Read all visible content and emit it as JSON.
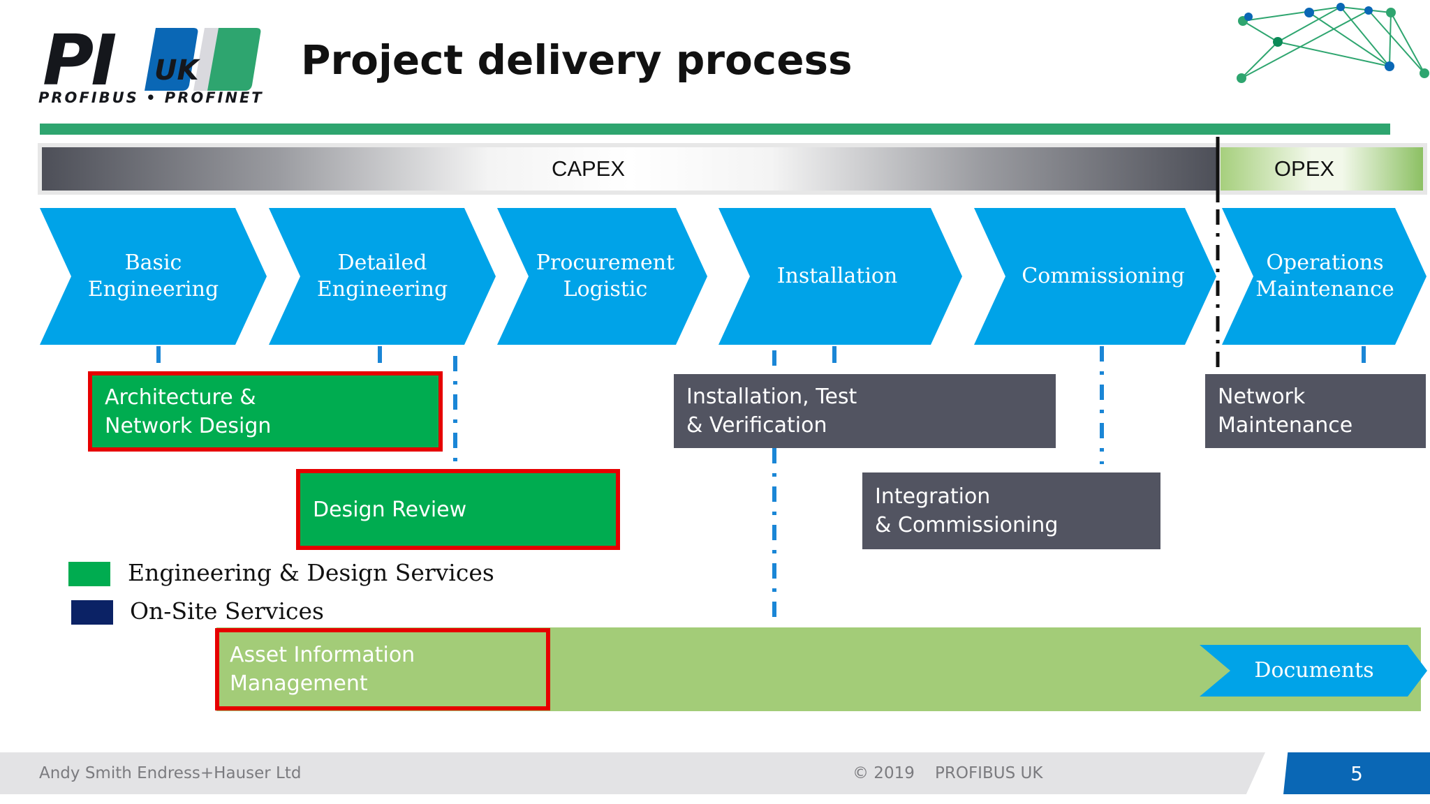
{
  "title": "Project delivery process",
  "logo": {
    "main": "PI",
    "region": "UK",
    "tagline": "PROFIBUS • PROFINET"
  },
  "phases": {
    "capex": "CAPEX",
    "opex": "OPEX"
  },
  "stages": [
    {
      "line1": "Basic",
      "line2": "Engineering"
    },
    {
      "line1": "Detailed",
      "line2": "Engineering"
    },
    {
      "line1": "Procurement",
      "line2": "Logistic"
    },
    {
      "line1": "Installation",
      "line2": ""
    },
    {
      "line1": "Commissioning",
      "line2": ""
    },
    {
      "line1": "Operations",
      "line2": "Maintenance"
    }
  ],
  "services": {
    "architecture": {
      "line1": "Architecture &",
      "line2": "Network  Design"
    },
    "design_review": "Design Review",
    "installation_test": {
      "line1": "Installation, Test",
      "line2": "& Verification"
    },
    "integration": {
      "line1": "Integration",
      "line2": "& Commissioning"
    },
    "network_maintenance": {
      "line1": "Network",
      "line2": "Maintenance"
    },
    "asset_info": "Asset Information Management",
    "documents": "Documents"
  },
  "legend": [
    {
      "label": "Engineering & Design Services",
      "color": "#00ac50"
    },
    {
      "label": "On-Site Services",
      "color": "#0b2265"
    }
  ],
  "footer": {
    "author": "Andy Smith Endress+Hauser Ltd",
    "copyright": "© 2019",
    "org": "PROFIBUS UK",
    "page": "5"
  },
  "colors": {
    "chevron": "#00a3e8",
    "accent_green": "#2ea56f",
    "highlight_red": "#e60000",
    "band_green": "#a3cc78"
  }
}
